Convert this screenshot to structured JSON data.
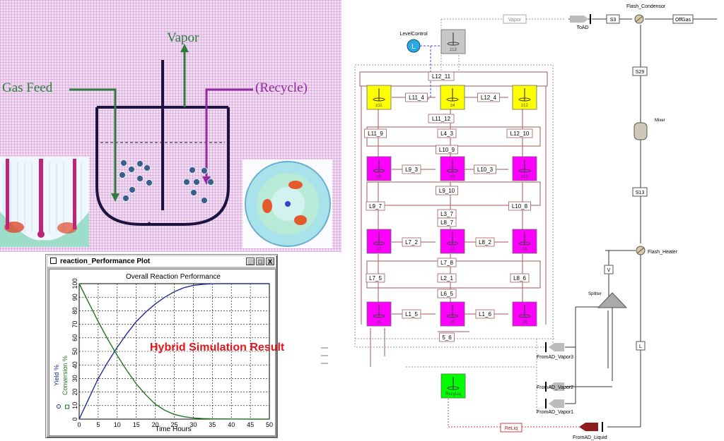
{
  "reactor": {
    "vapor_label": "Vapor",
    "gas_feed_label": "Gas Feed",
    "recycle_label": "(Recycle)"
  },
  "plot_window": {
    "title": "reaction_Performance Plot",
    "minimize": "_",
    "maximize": "□",
    "close": "X"
  },
  "hybrid_label": "Hybrid Simulation Result",
  "chart_data": {
    "type": "line",
    "title": "Overall Reaction Performance",
    "xlabel": "Time Hours",
    "ylabel": "Yield %",
    "ylabel2": "Conversion %",
    "xlim": [
      0,
      50
    ],
    "ylim": [
      0,
      100
    ],
    "xticks": [
      0,
      5,
      10,
      15,
      20,
      25,
      30,
      35,
      40,
      45,
      50
    ],
    "yticks": [
      0,
      10,
      20,
      30,
      40,
      50,
      60,
      70,
      80,
      90,
      100
    ],
    "grid": true,
    "series": [
      {
        "name": "Yield %",
        "color": "#1f2f9a",
        "x": [
          0,
          2.5,
          5,
          7.5,
          10,
          12.5,
          15,
          17.5,
          20,
          22.5,
          25,
          27.5,
          30,
          32.5,
          35,
          37.5,
          40,
          45,
          50
        ],
        "values": [
          0,
          15,
          30,
          42,
          53,
          63,
          72,
          79,
          85,
          90,
          94,
          97,
          98.7,
          99.5,
          99.9,
          100,
          100,
          100,
          100
        ]
      },
      {
        "name": "Conversion %",
        "color": "#1e7a22",
        "x": [
          0,
          2.5,
          5,
          7.5,
          10,
          12.5,
          15,
          17.5,
          20,
          22.5,
          25,
          27.5,
          30,
          32.5,
          35,
          40,
          45,
          50
        ],
        "values": [
          100,
          86,
          72,
          59,
          47,
          36,
          26,
          18,
          11,
          6.5,
          3.5,
          1.8,
          0.9,
          0.4,
          0.2,
          0.1,
          0,
          0
        ]
      }
    ]
  },
  "flowsheet": {
    "reactors": [
      {
        "id": "z11",
        "color": "#ffff00"
      },
      {
        "id": "z4",
        "color": "#ffff00"
      },
      {
        "id": "z12",
        "color": "#ffff00"
      },
      {
        "id": "z9",
        "color": "#ff00ff"
      },
      {
        "id": "z3",
        "color": "#ff00ff"
      },
      {
        "id": "z10",
        "color": "#ff00ff"
      },
      {
        "id": "z7",
        "color": "#ff00ff"
      },
      {
        "id": "z2",
        "color": "#ff00ff"
      },
      {
        "id": "z8",
        "color": "#ff00ff"
      },
      {
        "id": "z1",
        "color": "#ff00ff"
      },
      {
        "id": "z5",
        "color": "#ff00ff"
      },
      {
        "id": "z6",
        "color": "#ff00ff"
      },
      {
        "id": "z13",
        "color": "#c8c8c8"
      },
      {
        "id": "RecyLiq",
        "color": "#00ff00"
      }
    ],
    "stream_tags": [
      "L12_11",
      "L11_4",
      "L12_4",
      "L11_12",
      "L11_9",
      "L4_3",
      "L12_10",
      "L10_9",
      "L9_3",
      "L10_3",
      "L9_10",
      "L9_7",
      "L3_7",
      "L10_8",
      "L8_7",
      "L7_2",
      "L8_2",
      "L7_8",
      "L7_5",
      "L2_1",
      "L8_6",
      "L6_5",
      "L1_5",
      "L1_6",
      "5_6"
    ],
    "units": {
      "level_control": "LevelControl",
      "level_control_symbol": "L",
      "to_ad": "ToAD",
      "vapor_tag": "Vapor",
      "s3": "S3",
      "flash_condensor": "Flash_Condensor",
      "offgas": "OffGas",
      "s29": "S29",
      "mixer": "Mixer",
      "s13": "S13",
      "flash_heater": "Flash_Heater",
      "v": "V",
      "splitter": "Splitter",
      "l": "L",
      "from_ad_vapor3": "FromAD_Vapor3",
      "from_ad_vapor2": "FromAD_Vapor2",
      "from_ad_vapor1": "FromAD_Vapor1",
      "from_ad_liquid": "FromAD_Liquid",
      "reliq": "ReLiq"
    }
  }
}
